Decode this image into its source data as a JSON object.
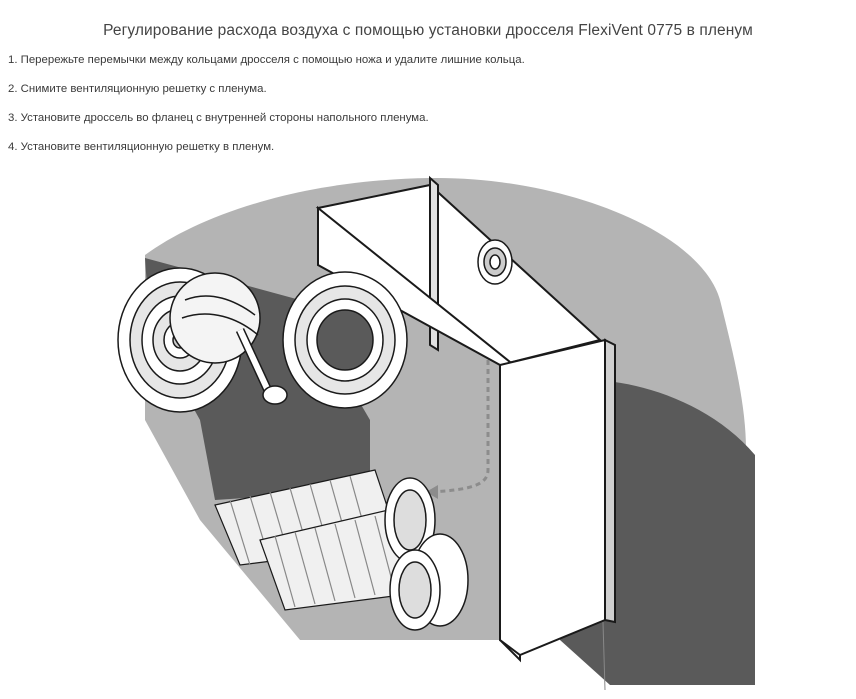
{
  "document": {
    "title": "Регулирование расхода воздуха с помощью установки дросселя FlexiVent 0775 в пленум",
    "steps": [
      "1. Перережьте перемычки между кольцами дросселя с помощью ножа и удалите лишние кольца.",
      "2. Снимите вентиляционную решетку с пленума.",
      "3. Установите дроссель во фланец с внутренней стороны напольного пленума.",
      "4. Установите вентиляционную решетку в пленум."
    ]
  },
  "illustration": {
    "name": "plenum-damper-installation",
    "colors": {
      "floor": "#b4b4b4",
      "dark": "#5a5a5a",
      "outline": "#1a1a1a",
      "arrow": "#8c8c8c"
    }
  }
}
